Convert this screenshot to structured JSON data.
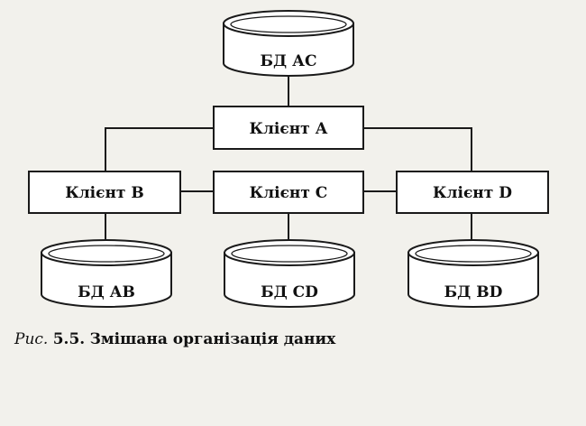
{
  "diagram": {
    "databases": {
      "ac": "БД АС",
      "ab": "БД АВ",
      "cd": "БД CD",
      "bd": "БД BD"
    },
    "clients": {
      "a": "Клієнт А",
      "b": "Клієнт В",
      "c": "Клієнт С",
      "d": "Клієнт D"
    }
  },
  "caption": {
    "prefix": "Рис.",
    "number": "5.5.",
    "title": "Змішана організація даних"
  }
}
